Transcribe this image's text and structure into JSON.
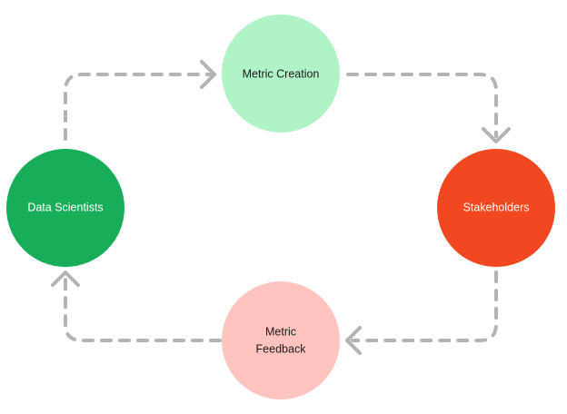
{
  "colors": {
    "metric_creation": "#b0f3c7",
    "data_scientists": "#18ad59",
    "stakeholders": "#f14822",
    "metric_feedback": "#ffc4bf",
    "arrow": "#b3b3b3"
  },
  "nodes": {
    "metric_creation": {
      "label": "Metric Creation"
    },
    "data_scientists": {
      "label": "Data Scientists"
    },
    "stakeholders": {
      "label": "Stakeholders"
    },
    "metric_feedback": {
      "label_line1": "Metric",
      "label_line2": "Feedback"
    }
  }
}
